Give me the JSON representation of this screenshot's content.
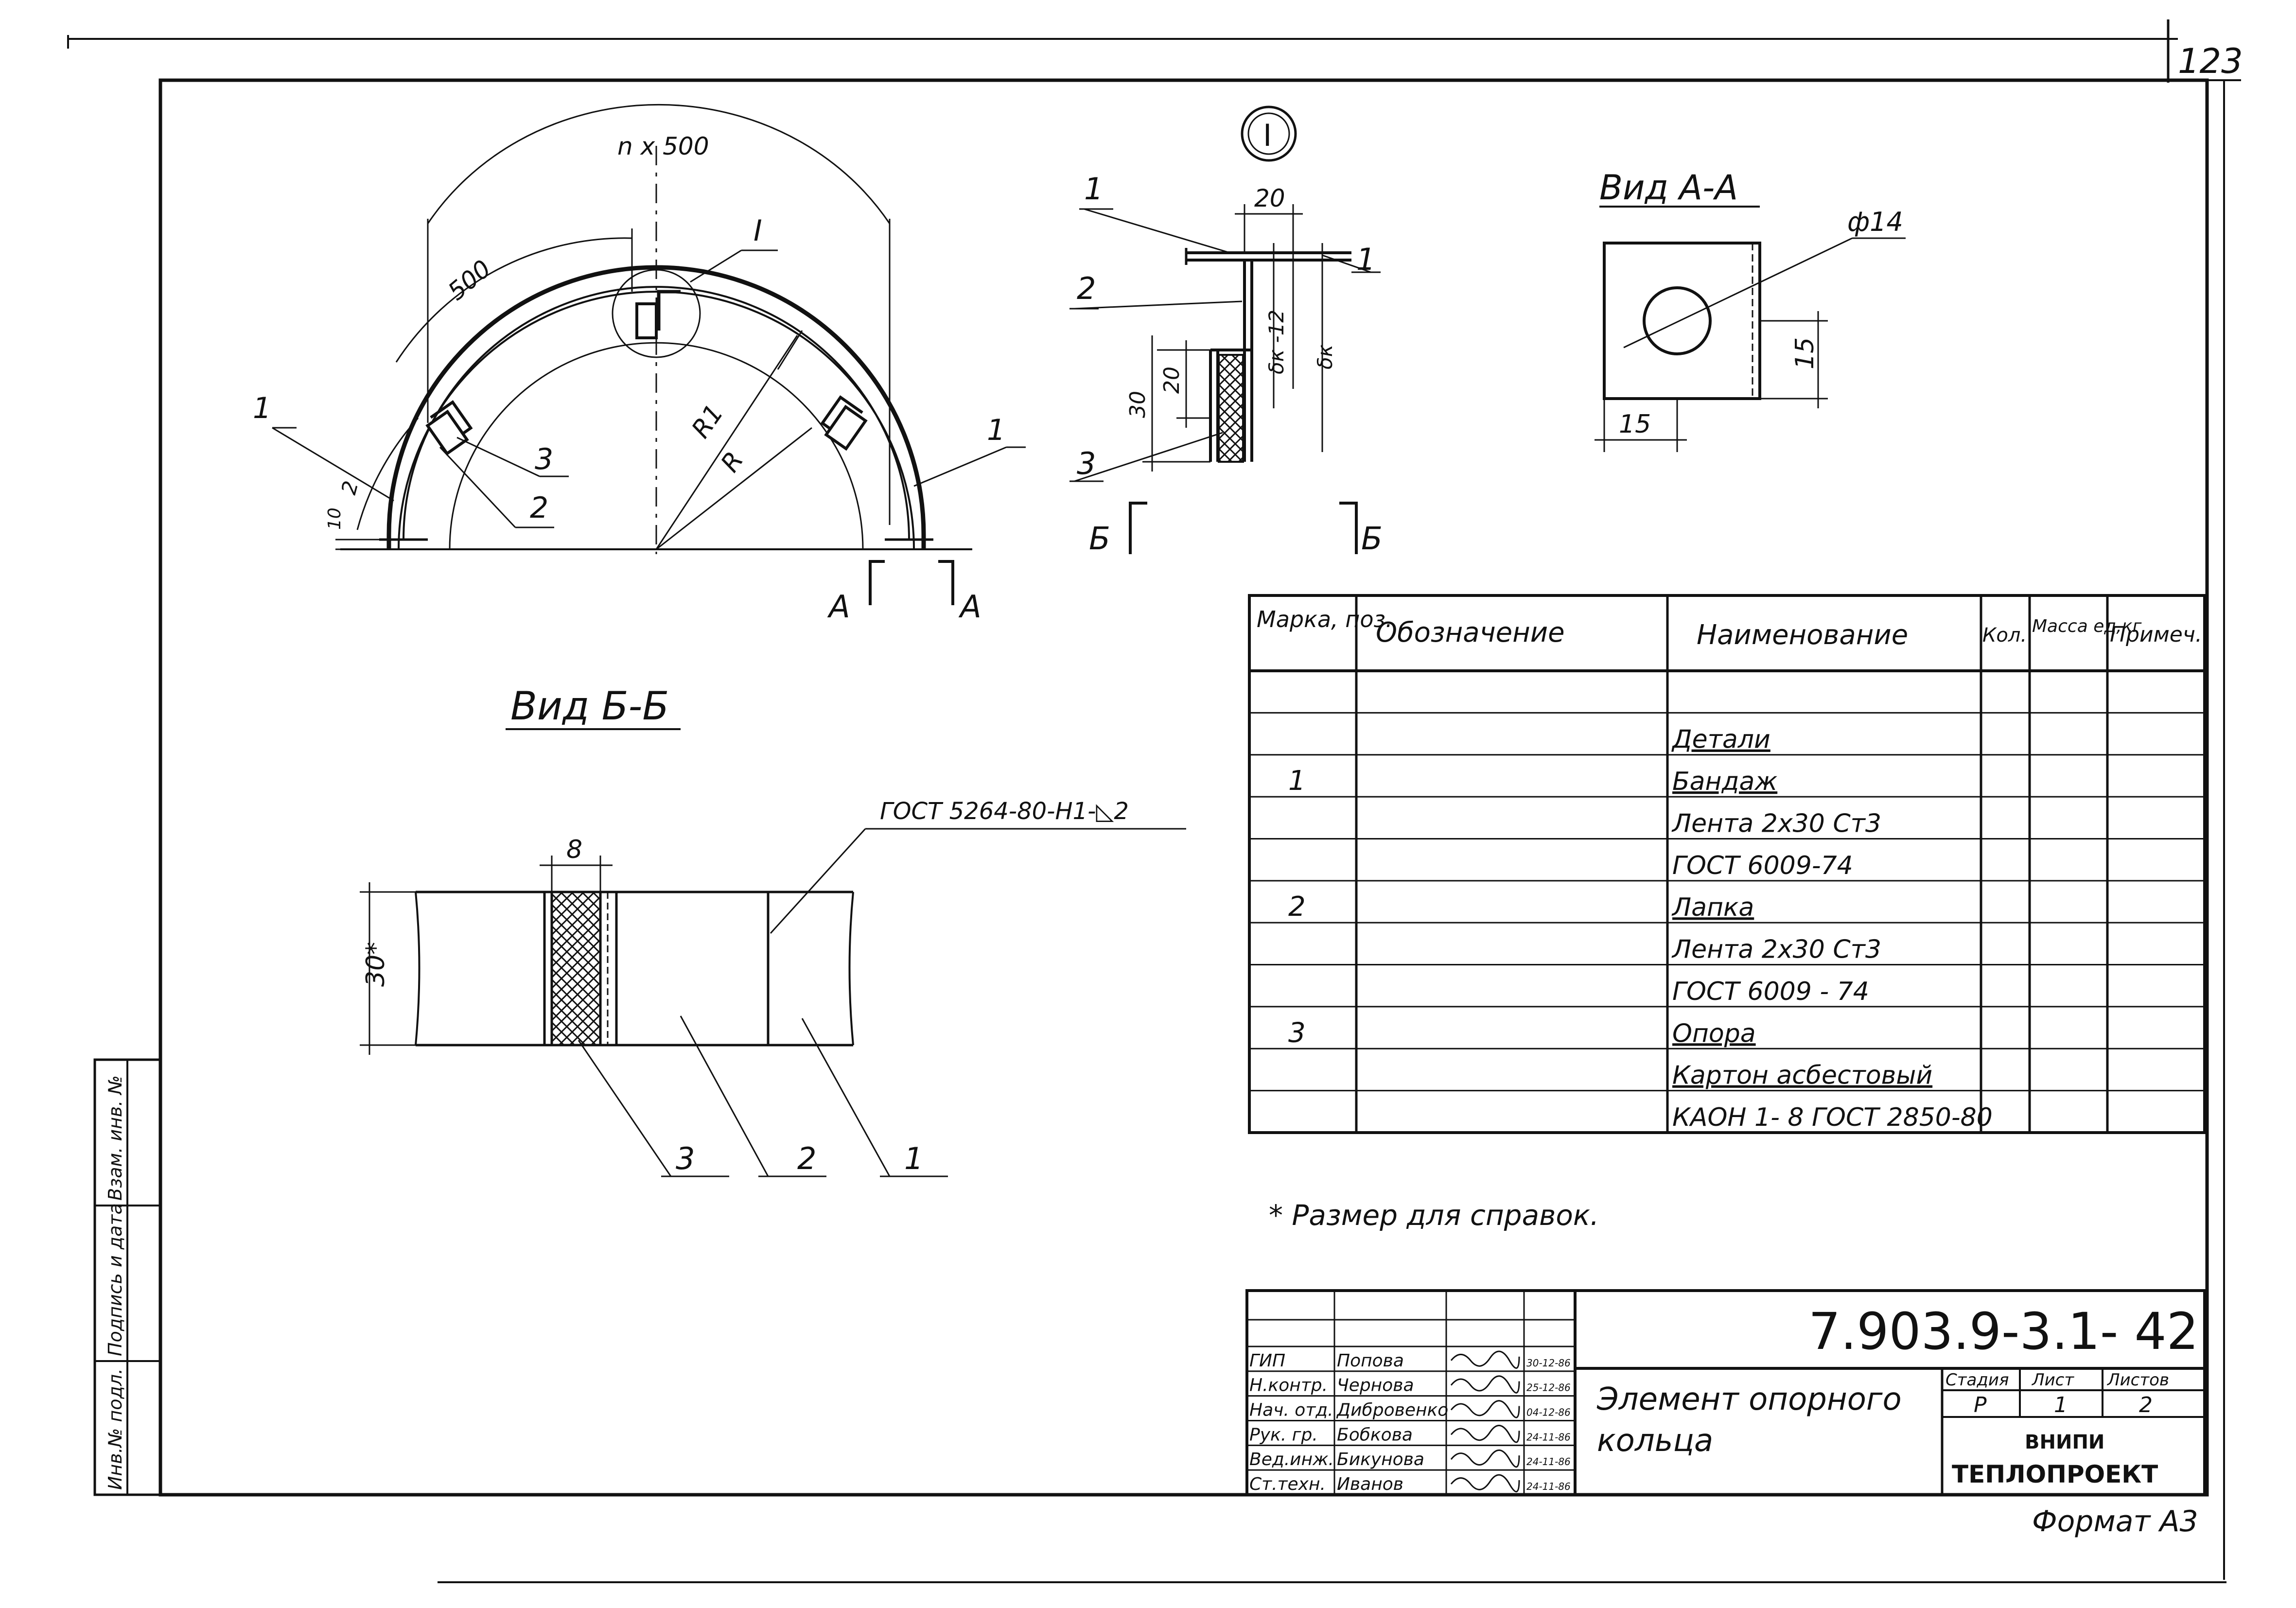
{
  "sheet_number": "123",
  "format_label": "Формат А3",
  "document_code": "7.903.9-3.1- 42",
  "title_line1": "Элемент опорного",
  "title_line2": "кольца",
  "organization": [
    "ВНИПИ",
    "ТЕПЛОПРОЕКТ"
  ],
  "stage_header": {
    "stage": "Стадия",
    "sheet": "Лист",
    "sheets": "Листов"
  },
  "stage_values": {
    "stage": "Р",
    "sheet": "1",
    "sheets": "2"
  },
  "signatures": [
    {
      "role": "ГИП",
      "name": "Попова",
      "date": "30-12-86"
    },
    {
      "role": "Н.контр.",
      "name": "Чернова",
      "date": "25-12-86"
    },
    {
      "role": "Нач. отд.",
      "name": "Дибровенко",
      "date": "04-12-86"
    },
    {
      "role": "Рук. гр.",
      "name": "Бобкова",
      "date": "24-11-86"
    },
    {
      "role": "Вед.инж.",
      "name": "Бикунова",
      "date": "24-11-86"
    },
    {
      "role": "Ст.техн.",
      "name": "Иванов",
      "date": "24-11-86"
    }
  ],
  "side_stamp": [
    "Инв.№ подл.",
    "Подпись и дата",
    "Взам. инв. №"
  ],
  "main_view": {
    "arc_total": "n x 500",
    "arc_segment": "500",
    "dim_radial": "2",
    "dim_height": "10",
    "callout": "I",
    "r1": "R1",
    "r": "R",
    "positions": [
      "1",
      "2",
      "3",
      "1"
    ],
    "section_a": "А",
    "section_a_right": "А"
  },
  "detail_view": {
    "title": "I",
    "width": "20",
    "thickness": "δк -12",
    "thickness2": "δк",
    "h20": "20",
    "h30": "30",
    "positions": [
      "1",
      "2",
      "3",
      "1"
    ],
    "section_b": "Б",
    "section_b_right": "Б"
  },
  "view_aa": {
    "title": "Вид А-А",
    "diameter": "ф14",
    "dim_v": "15",
    "dim_h": "15"
  },
  "view_bb": {
    "title": "Вид Б-Б",
    "weld_note": "ГОСТ 5264-80-Н1-◺2",
    "width": "8",
    "height": "30*",
    "positions": [
      "3",
      "2",
      "1"
    ]
  },
  "spec_table": {
    "headers": [
      "Марка, поз.",
      "Обозначение",
      "Наименование",
      "Кол.",
      "Масса ед,кг",
      "Примеч."
    ],
    "rows": [
      {
        "pos": "",
        "name": "Детали",
        "underline": true
      },
      {
        "pos": "1",
        "name": "Бандаж",
        "underline": true
      },
      {
        "pos": "",
        "name": "Лента 2х30 Ст3"
      },
      {
        "pos": "",
        "name": "ГОСТ 6009-74"
      },
      {
        "pos": "2",
        "name": "Лапка",
        "underline": true
      },
      {
        "pos": "",
        "name": "Лента 2х30 Ст3"
      },
      {
        "pos": "",
        "name": "ГОСТ 6009 - 74"
      },
      {
        "pos": "3",
        "name": "Опора",
        "underline": true
      },
      {
        "pos": "",
        "name": "Картон асбестовый",
        "underline": true
      },
      {
        "pos": "",
        "name": "КАОН 1- 8 ГОСТ 2850-80"
      }
    ]
  },
  "footnote": "* Размер для справок."
}
